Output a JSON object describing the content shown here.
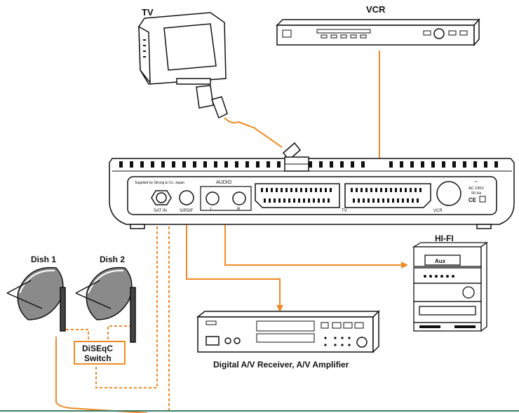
{
  "labels": {
    "tv": "TV",
    "vcr": "VCR",
    "hifi": "HI-FI",
    "dish1": "Dish 1",
    "dish2": "Dish 2",
    "diseqc_line1": "DiSEqC",
    "diseqc_line2": "Switch",
    "receiver": "Digital A/V Receiver, A/V Amplifier"
  },
  "back_panel": {
    "supplied_by": "Supplied by Strong & Co. Japan",
    "audio": "AUDIO",
    "audio_left": "L",
    "audio_right": "R",
    "sat_in": "SAT IN",
    "spdif": "S/PDIF",
    "tv_scart": "TV",
    "vcr_scart": "VCR",
    "power_line1": "AC 230V",
    "power_line2": "50 Hz",
    "power_symbol": "~",
    "ce_mark": "CE"
  },
  "hifi_panel": {
    "aux": "Aux"
  },
  "colors": {
    "signal": "#f08a24",
    "outline": "#111111",
    "baseline": "#3d7d6a"
  }
}
